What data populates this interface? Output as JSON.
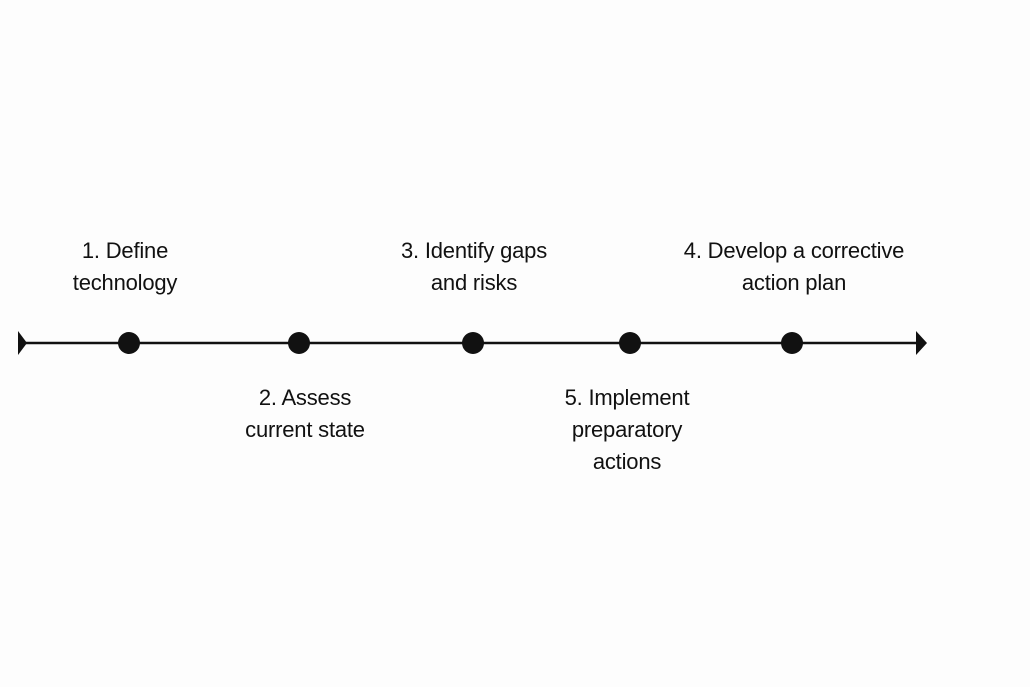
{
  "steps": [
    {
      "id": "step-1",
      "line1": "1. Define",
      "line2": "technology",
      "line3": ""
    },
    {
      "id": "step-2",
      "line1": "2. Assess",
      "line2": "current state",
      "line3": ""
    },
    {
      "id": "step-3",
      "line1": "3. Identify gaps",
      "line2": "and risks",
      "line3": ""
    },
    {
      "id": "step-4",
      "line1": "4. Develop a corrective",
      "line2": "action plan",
      "line3": ""
    },
    {
      "id": "step-5",
      "line1": "5. Implement",
      "line2": "preparatory",
      "line3": "actions"
    }
  ],
  "colors": {
    "line": "#111111",
    "node": "#111111",
    "background": "#fdfdfd"
  }
}
